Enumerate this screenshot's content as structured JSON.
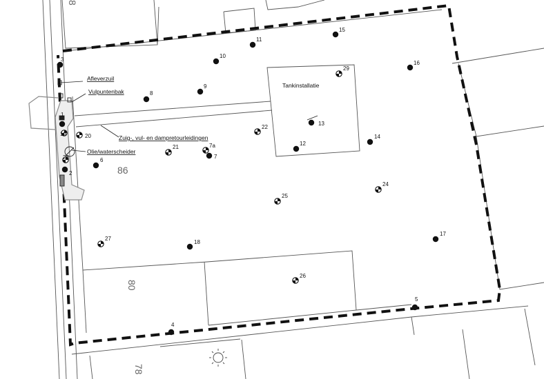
{
  "labels": {
    "afleverzuil": "Afleverzuil",
    "vulpuntenbak": "Vulpuntenbak",
    "leidingen": "Zuig-, vul- en dampretourleidingen",
    "scheider": "Olie/waterscheider",
    "tankinstallatie": "Tankinstallatie"
  },
  "house_numbers": {
    "h86": "86",
    "h80": "80",
    "h78": "78",
    "h8": "8"
  },
  "boreholes": [
    {
      "id": "1",
      "type": "filled"
    },
    {
      "id": "2",
      "type": "filled"
    },
    {
      "id": "3",
      "type": "filled"
    },
    {
      "id": "4",
      "type": "filled"
    },
    {
      "id": "5",
      "type": "filled"
    },
    {
      "id": "6",
      "type": "filled"
    },
    {
      "id": "7",
      "type": "filled"
    },
    {
      "id": "8",
      "type": "filled"
    },
    {
      "id": "9",
      "type": "filled"
    },
    {
      "id": "10",
      "type": "filled"
    },
    {
      "id": "11",
      "type": "filled"
    },
    {
      "id": "12",
      "type": "filled"
    },
    {
      "id": "13",
      "type": "filled"
    },
    {
      "id": "14",
      "type": "filled"
    },
    {
      "id": "15",
      "type": "filled"
    },
    {
      "id": "16",
      "type": "filled"
    },
    {
      "id": "17",
      "type": "filled"
    },
    {
      "id": "18",
      "type": "filled"
    },
    {
      "id": "19",
      "type": "monitoring"
    },
    {
      "id": "20",
      "type": "monitoring"
    },
    {
      "id": "21",
      "type": "monitoring"
    },
    {
      "id": "22",
      "type": "monitoring"
    },
    {
      "id": "24",
      "type": "monitoring"
    },
    {
      "id": "25",
      "type": "monitoring"
    },
    {
      "id": "26",
      "type": "monitoring"
    },
    {
      "id": "27",
      "type": "monitoring"
    },
    {
      "id": "28",
      "type": "monitoring"
    },
    {
      "id": "29",
      "type": "monitoring"
    },
    {
      "id": "7a",
      "type": "monitoring"
    }
  ],
  "colors": {
    "ink": "#111111",
    "linework": "#555555",
    "zone": "#8a8a8a"
  }
}
